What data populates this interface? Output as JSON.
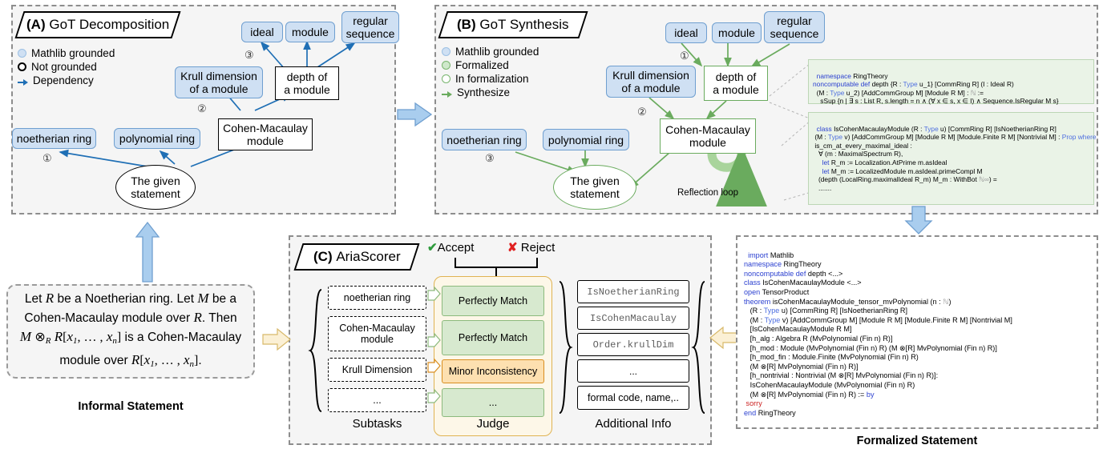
{
  "panels": {
    "a": {
      "title_prefix": "(A)",
      "title": "GoT Decomposition",
      "legend": [
        {
          "icon": "filled-blue-circle-icon",
          "label": "Mathlib grounded"
        },
        {
          "icon": "hollow-black-circle-icon",
          "label": "Not grounded"
        },
        {
          "icon": "blue-arrow-icon",
          "label": "Dependency"
        }
      ],
      "nodes": {
        "ideal": "ideal",
        "module": "module",
        "regular_sequence": "regular\nsequence",
        "krull": "Krull dimension\nof a module",
        "depth": "depth of\na module",
        "noetherian": "noetherian ring",
        "polynomial": "polynomial ring",
        "cohen": "Cohen-Macaulay\nmodule",
        "given": "The given\nstatement"
      },
      "markers": {
        "one": "①",
        "two": "②",
        "three": "③"
      }
    },
    "b": {
      "title_prefix": "(B)",
      "title": "GoT Synthesis",
      "legend": [
        {
          "icon": "filled-blue-circle-icon",
          "label": "Mathlib grounded"
        },
        {
          "icon": "filled-green-circle-icon",
          "label": "Formalized"
        },
        {
          "icon": "hollow-green-circle-icon",
          "label": "In formalization"
        },
        {
          "icon": "green-arrow-icon",
          "label": "Synthesize"
        }
      ],
      "nodes": {
        "ideal": "ideal",
        "module": "module",
        "regular_sequence": "regular\nsequence",
        "krull": "Krull dimension\nof a module",
        "depth": "depth of\na module",
        "noetherian": "noetherian ring",
        "polynomial": "polynomial ring",
        "cohen": "Cohen-Macaulay\nmodule",
        "given": "The given\nstatement",
        "reflection": "Reflection loop"
      },
      "markers": {
        "one": "①",
        "two": "②",
        "three": "③"
      },
      "code_depth": [
        {
          "t": "namespace",
          "k": "kw"
        },
        {
          "t": " RingTheory\n"
        },
        {
          "t": "noncomputable def",
          "k": "kw"
        },
        {
          "t": " depth {R : "
        },
        {
          "t": "Type",
          "k": "ty"
        },
        {
          "t": " u_1} [CommRing R] (I : Ideal R)\n"
        },
        {
          "t": "  (M : "
        },
        {
          "t": "Type",
          "k": "ty"
        },
        {
          "t": " u_2) [AddCommGroup M] [Module R M] : "
        },
        {
          "t": "ℕ",
          "k": "nat"
        },
        {
          "t": " :=\n"
        },
        {
          "t": "    sSup {n | ∃ s : List R, s.length = n ∧ (∀ x ∈ s, x ∈ I) ∧ Sequence.IsRegular M s}"
        }
      ],
      "code_cm": [
        {
          "t": "class",
          "k": "kw"
        },
        {
          "t": " IsCohenMacaulayModule (R : "
        },
        {
          "t": "Type",
          "k": "ty"
        },
        {
          "t": " u) [CommRing R] [IsNoetherianRing R]\n"
        },
        {
          "t": " (M : "
        },
        {
          "t": "Type",
          "k": "ty"
        },
        {
          "t": " v) [AddCommGroup M] [Module R M] [Module.Finite R M] [Nontrivial M] : "
        },
        {
          "t": "Prop where",
          "k": "ty"
        },
        {
          "t": "\n"
        },
        {
          "t": " is_cm_at_every_maximal_ideal :\n"
        },
        {
          "t": "   ∀ (m : MaximalSpectrum R),\n"
        },
        {
          "t": "     "
        },
        {
          "t": "let",
          "k": "kw"
        },
        {
          "t": " R_m := Localization.AtPrime m.asIdeal\n"
        },
        {
          "t": "     "
        },
        {
          "t": "let",
          "k": "kw"
        },
        {
          "t": " M_m := LocalizedModule m.asIdeal.primeCompl M\n"
        },
        {
          "t": "   (depth (LocalRing.maximalIdeal R_m) M_m : WithBot "
        },
        {
          "t": "ℕ∞",
          "k": "nat"
        },
        {
          "t": ") =\n"
        },
        {
          "t": "   ......."
        }
      ]
    },
    "c": {
      "title_prefix": "(C)",
      "title": "AriaScorer",
      "accept_label": "Accept",
      "reject_label": "Reject",
      "accept_icon": "check-mark-icon",
      "reject_icon": "cross-mark-icon",
      "columns": {
        "subtasks": "Subtasks",
        "judge": "Judge",
        "additional": "Additional Info"
      },
      "subtasks": [
        "noetherian ring",
        "Cohen-Macaulay\nmodule",
        "Krull Dimension",
        "..."
      ],
      "judge": [
        {
          "label": "Perfectly Match",
          "state": "green"
        },
        {
          "label": "Perfectly Match",
          "state": "green"
        },
        {
          "label": "Minor Inconsistency",
          "state": "orange"
        },
        {
          "label": "...",
          "state": "green"
        }
      ],
      "additional": [
        "IsNoetherianRing",
        "IsCohenMacaulay",
        "Order.krullDim",
        "...",
        "formal code, name,.."
      ]
    }
  },
  "informal": {
    "caption": "Informal Statement",
    "text_plain": "Let R be a Noetherian ring. Let M be a Cohen-Macaulay module over R. Then M ⊗_R R[x_1, ..., x_n] is a Cohen-Macaulay module over R[x_1, ..., x_n]."
  },
  "formalized": {
    "caption": "Formalized Statement",
    "code": [
      {
        "t": "import",
        "k": "kw"
      },
      {
        "t": " Mathlib\n"
      },
      {
        "t": "namespace",
        "k": "kw"
      },
      {
        "t": " RingTheory\n"
      },
      {
        "t": "noncomputable def",
        "k": "kw"
      },
      {
        "t": " depth <...>\n"
      },
      {
        "t": "class",
        "k": "kw"
      },
      {
        "t": " IsCohenMacaulayModule <...>\n"
      },
      {
        "t": "open",
        "k": "kw"
      },
      {
        "t": " TensorProduct\n"
      },
      {
        "t": "theorem",
        "k": "kw"
      },
      {
        "t": " isCohenMacaulayModule_tensor_mvPolynomial (n : "
      },
      {
        "t": "ℕ",
        "k": "nat"
      },
      {
        "t": ")\n"
      },
      {
        "t": "    (R : "
      },
      {
        "t": "Type",
        "k": "ty"
      },
      {
        "t": " u) [CommRing R] [IsNoetherianRing R]\n"
      },
      {
        "t": "    (M : "
      },
      {
        "t": "Type",
        "k": "ty"
      },
      {
        "t": " v) [AddCommGroup M] [Module R M] [Module.Finite R M] [Nontrivial M]\n"
      },
      {
        "t": "    [IsCohenMacaulayModule R M]\n"
      },
      {
        "t": "    [h_alg : Algebra R (MvPolynomial (Fin n) R)]\n"
      },
      {
        "t": "    [h_mod : Module (MvPolynomial (Fin n) R) (M ⊗[R] MvPolynomial (Fin n) R)]\n"
      },
      {
        "t": "    [h_mod_fin : Module.Finite (MvPolynomial (Fin n) R)\n"
      },
      {
        "t": "    (M ⊗[R] MvPolynomial (Fin n) R)]\n"
      },
      {
        "t": "    [h_nontrivial : Nontrivial (M ⊗[R] MvPolynomial (Fin n) R)]:\n"
      },
      {
        "t": "    IsCohenMacaulayModule (MvPolynomial (Fin n) R)\n"
      },
      {
        "t": "    (M ⊗[R] MvPolynomial (Fin n) R) := "
      },
      {
        "t": "by",
        "k": "kw"
      },
      {
        "t": "\n"
      },
      {
        "t": "  sorry",
        "k": "err"
      },
      {
        "t": "\n"
      },
      {
        "t": "end",
        "k": "kw"
      },
      {
        "t": " RingTheory"
      }
    ]
  },
  "flow_arrows": {
    "a_to_b": "blue-right-arrow-icon",
    "c_to_a": "blue-up-arrow-icon",
    "b_to_formalized": "blue-down-arrow-icon",
    "informal_to_c": "yellow-right-arrow-icon",
    "formalized_to_c": "yellow-left-arrow-icon"
  },
  "colors": {
    "blue_fill": "#cfe0f3",
    "blue_stroke": "#6f9fd0",
    "green_fill": "#d7e9cf",
    "green_stroke": "#6aab5e",
    "orange_fill": "#fde0b0",
    "orange_stroke": "#d98e20",
    "arrow_blue": "#1f6fb5",
    "arrow_green": "#6aab5e",
    "yellow": "#f6e7c0"
  }
}
